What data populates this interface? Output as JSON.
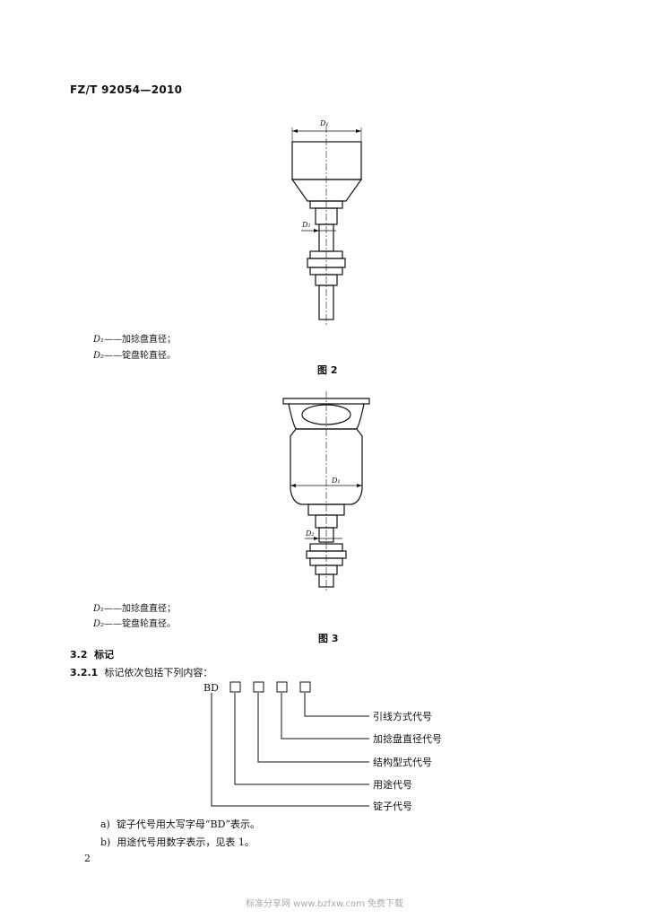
{
  "header": {
    "standard_number": "FZ/T 92054—2010"
  },
  "figure2": {
    "dim_d1": "D₁",
    "dim_d2": "D₂",
    "legend": [
      {
        "symbol": "D₁",
        "text": "——加捻盘直径；"
      },
      {
        "symbol": "D₂",
        "text": "——锭盘轮直径。"
      }
    ],
    "caption": "图 2"
  },
  "figure3": {
    "dim_d1": "D₁",
    "dim_d2": "D₂",
    "legend": [
      {
        "symbol": "D₁",
        "text": "——加捻盘直径；"
      },
      {
        "symbol": "D₂",
        "text": "——锭盘轮直径。"
      }
    ],
    "caption": "图 3"
  },
  "section": {
    "heading_number": "3.2",
    "heading_title": "标记",
    "sub_number": "3.2.1",
    "sub_text": "标记依次包括下列内容："
  },
  "marking": {
    "prefix": "BD",
    "labels": [
      "引线方式代号",
      "加捻盘直径代号",
      "结构型式代号",
      "用途代号",
      "锭子代号"
    ]
  },
  "items": [
    {
      "marker": "a)",
      "text": "锭子代号用大写字母“BD”表示。"
    },
    {
      "marker": "b)",
      "text": "用途代号用数字表示，见表 1。"
    }
  ],
  "page_number": "2",
  "footer": "标准分享网 www.bzfxw.com 免费下载"
}
